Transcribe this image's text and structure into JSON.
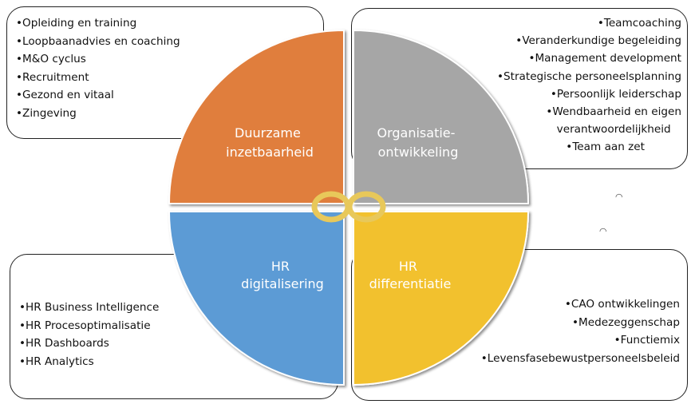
{
  "quadrants": {
    "top_left": {
      "label_lines": [
        "Duurzame",
        "inzetbaarheid"
      ],
      "color": "#E07E3C",
      "items": [
        "•Opleiding en training",
        "•Loopbaanadvies en coaching",
        "•M&O cyclus",
        "•Recruitment",
        "•Gezond en vitaal",
        "•Zingeving"
      ]
    },
    "top_right": {
      "label_lines": [
        "Organisatie-",
        "ontwikkeling"
      ],
      "color": "#A6A6A6",
      "items": [
        "•Teamcoaching",
        "•Veranderkundige begeleiding",
        "•Management development",
        "•Strategische personeelsplanning",
        "•Persoonlijk leiderschap"
      ],
      "item_wrapped": [
        "•Wendbaarheid en eigen",
        "verantwoordelijkheid"
      ],
      "last_item": "•Team aan zet"
    },
    "bottom_left": {
      "label_lines": [
        "HR",
        "digitalisering"
      ],
      "color": "#5B9BD5",
      "items": [
        "•HR Business Intelligence",
        "•HR Procesoptimalisatie",
        "•HR Dashboards",
        "•HR Analytics"
      ]
    },
    "bottom_right": {
      "label_lines": [
        "HR",
        "differentiatie"
      ],
      "color": "#F2C12E",
      "items": [
        "•CAO ontwikkelingen",
        "•Medezeggenschap",
        "•Functiemix",
        "•Levensfasebewustpersoneelsbeleid"
      ]
    }
  },
  "center_symbol": {
    "icon": "infinity-icon",
    "color": "#E8C85A"
  }
}
